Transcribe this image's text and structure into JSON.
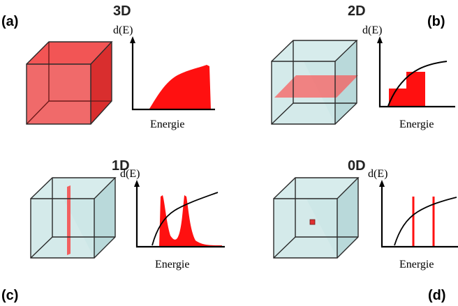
{
  "panels": [
    {
      "letter": "(a)",
      "dimension": "3D",
      "y_label": "d(E)",
      "x_label": "Energie"
    },
    {
      "letter": "(b)",
      "dimension": "2D",
      "y_label": "d(E)",
      "x_label": "Energie"
    },
    {
      "letter": "(c)",
      "dimension": "1D",
      "y_label": "d(E)",
      "x_label": "Energie"
    },
    {
      "letter": "(d)",
      "dimension": "0D",
      "y_label": "d(E)",
      "x_label": "Energie"
    }
  ],
  "colors": {
    "red": "#ff1010",
    "cube_red_front": "#f06a6a",
    "cube_red_top": "#f25555",
    "cube_red_side": "#d92e2e",
    "glass": "#cfe8e8",
    "glass_side": "#b9d9da",
    "edge": "#2a2a2a"
  }
}
